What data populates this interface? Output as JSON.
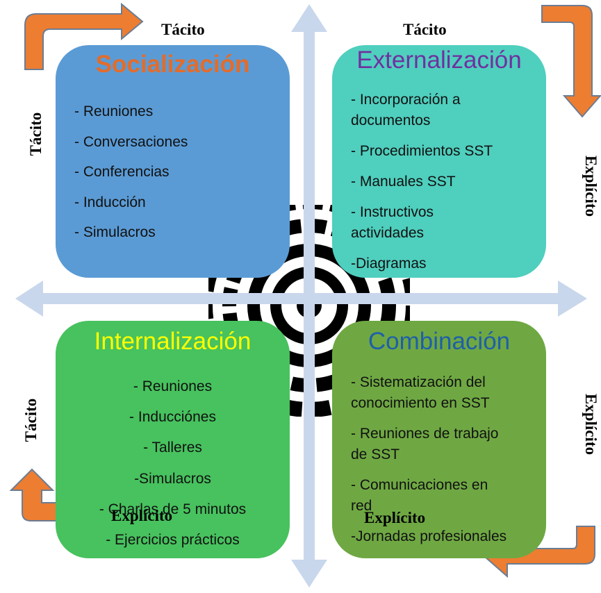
{
  "axis_labels": {
    "top_left": "Tácito",
    "top_right": "Tácito",
    "left_top": "Tácito",
    "left_bottom": "Tácito",
    "right_top": "Explícito",
    "right_bottom": "Explícito",
    "bottom_left": "Explícito",
    "bottom_right": "Explícito"
  },
  "quadrants": {
    "socializacion": {
      "title": "Socialización",
      "title_color": "#E36C2B",
      "fill": "#5B9BD5",
      "items": [
        "- Reuniones",
        "- Conversaciones",
        "- Conferencias",
        "- Inducción",
        "- Simulacros"
      ]
    },
    "externalizacion": {
      "title": "Externalización",
      "title_color": "#7030A0",
      "fill": "#4FCFBE",
      "items": [
        "- Incorporación a",
        "documentos",
        "- Procedimientos SST",
        "- Manuales SST",
        "- Instructivos",
        "actividades",
        "-Diagramas"
      ]
    },
    "internalizacion": {
      "title": "Internalización",
      "title_color": "#FFFF00",
      "fill": "#47C25E",
      "items": [
        "- Reuniones",
        "- Inducciónes",
        "- Talleres",
        "-Simulacros",
        "- Charlas de 5 minutos",
        "- Ejercicios prácticos"
      ]
    },
    "combinacion": {
      "title": "Combinación",
      "title_color": "#1F5FA8",
      "fill": "#6FA843",
      "items": [
        "- Sistematización del",
        "conocimiento en SST",
        "- Reuniones de trabajo",
        "de SST",
        "- Comunicaciones en",
        "red",
        "-Jornadas profesionales"
      ]
    }
  },
  "colors": {
    "axis_arrow": "#C9D7EC",
    "curved_arrow": "#ED7D31",
    "curved_arrow_outline": "#6B7C93",
    "target": "#000000"
  }
}
